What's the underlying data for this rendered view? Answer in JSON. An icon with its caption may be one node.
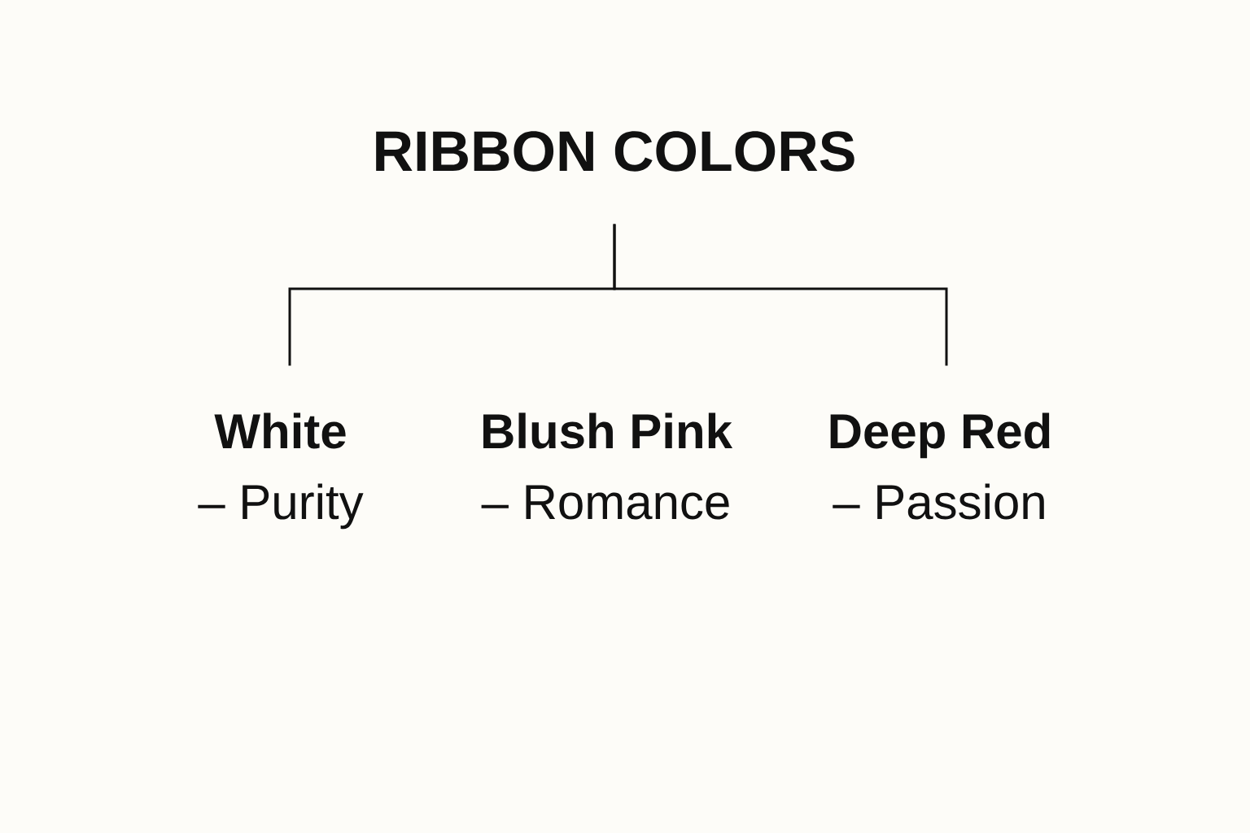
{
  "diagram": {
    "nodes": [
      {
        "text": [
          "RIBBON COLORS"
        ]
      },
      {
        "text": [
          "White",
          "– Purity"
        ]
      },
      {
        "text": [
          "Blush Pink",
          "– Romance"
        ]
      },
      {
        "text": [
          "Deep Red",
          "– Passion"
        ]
      }
    ],
    "edges": [
      {
        "from": 0,
        "to": 1,
        "arrow": "none"
      },
      {
        "from": 0,
        "to": 3,
        "arrow": "none"
      }
    ]
  }
}
